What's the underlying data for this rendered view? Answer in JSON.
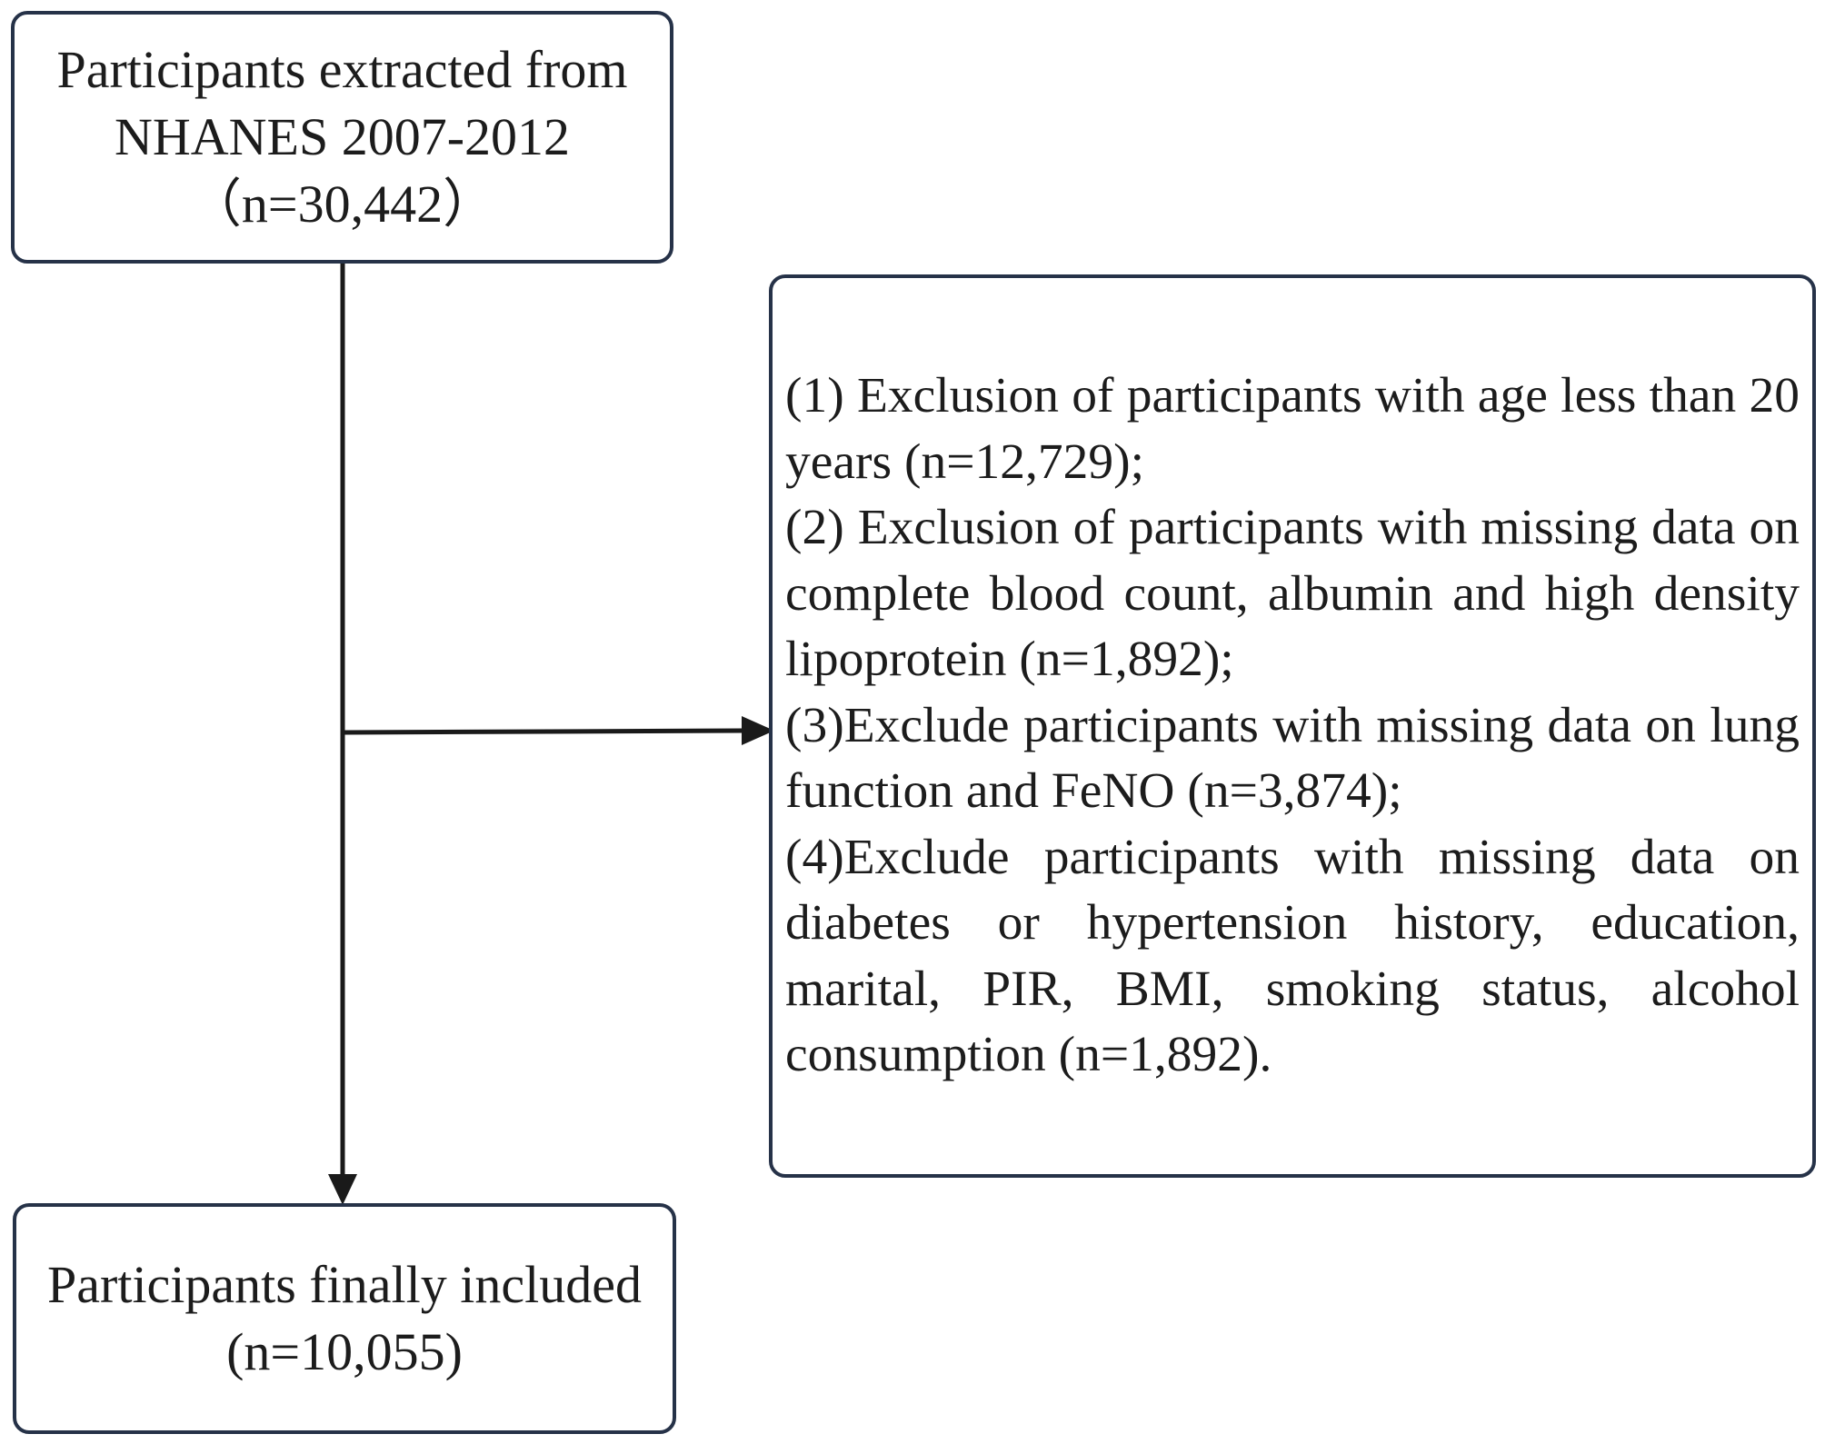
{
  "diagram": {
    "source_box": {
      "lines": [
        "Participants extracted from",
        "NHANES 2007-2012",
        "（n=30,442）"
      ]
    },
    "exclusion_box": {
      "items": [
        "(1) Exclusion of participants with  age  less than 20 years (n=12,729);",
        "(2) Exclusion of participants with   missing data on complete blood count, albumin and high density lipoprotein (n=1,892);",
        "(3)Exclude participants with missing data on lung function and FeNO (n=3,874);",
        "(4)Exclude participants with missing data on diabetes or hypertension history, education, marital, PIR, BMI, smoking status, alcohol consumption (n=1,892)."
      ]
    },
    "final_box": {
      "lines": [
        "Participants finally included",
        "(n=10,055)"
      ]
    },
    "colors": {
      "box_border": "#263248",
      "arrow": "#1a1a1a",
      "text": "#1c1c1c"
    }
  }
}
